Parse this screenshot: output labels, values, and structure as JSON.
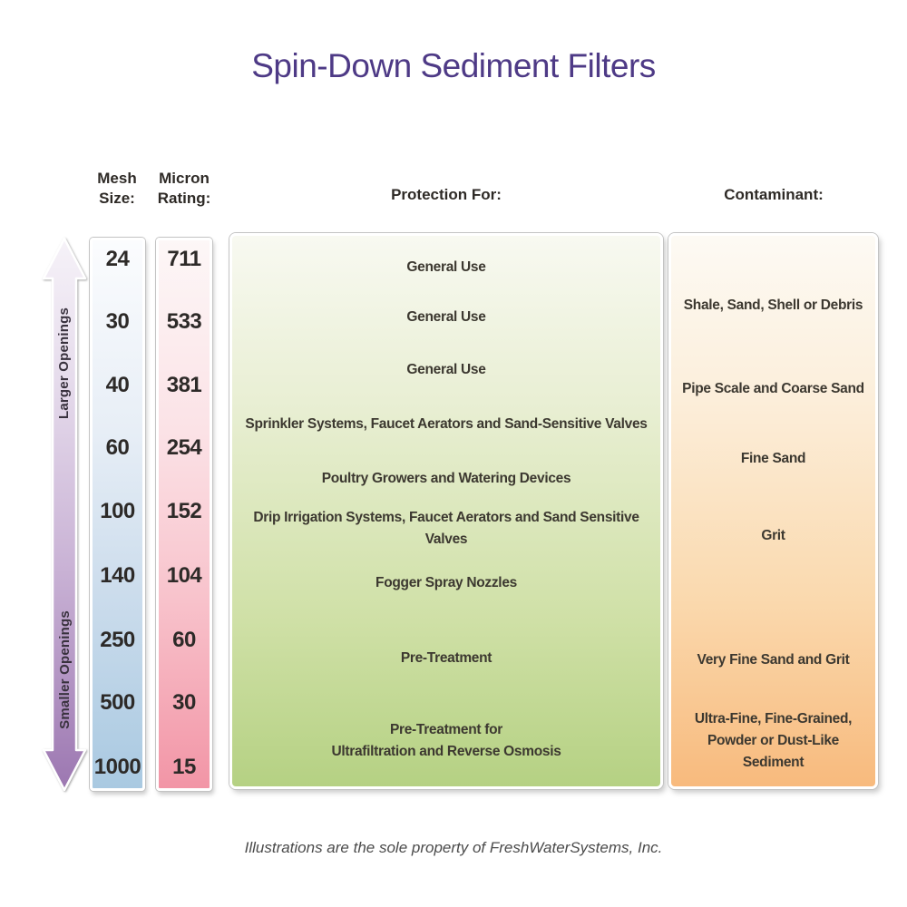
{
  "title": "Spin-Down Sediment Filters",
  "arrow": {
    "top_label": "Larger Openings",
    "bottom_label": "Smaller Openings"
  },
  "mesh": {
    "header": "Mesh\nSize:",
    "values": [
      "24",
      "30",
      "40",
      "60",
      "100",
      "140",
      "250",
      "500",
      "1000"
    ]
  },
  "micron": {
    "header": "Micron\nRating:",
    "values": [
      "711",
      "533",
      "381",
      "254",
      "152",
      "104",
      "60",
      "30",
      "15"
    ]
  },
  "protection": {
    "header": "Protection For:",
    "rows": [
      "General Use",
      "General Use",
      "General Use",
      "Sprinkler Systems,  Faucet Aerators  and  Sand-Sensitive Valves",
      "Poultry Growers  and  Watering Devices",
      "Drip Irrigation Systems, Faucet Aerators and Sand Sensitive Valves",
      "Fogger Spray Nozzles",
      "Pre-Treatment",
      "Pre-Treatment for\nUltrafiltration  and  Reverse Osmosis"
    ]
  },
  "contaminant": {
    "header": "Contaminant:",
    "rows": [
      "Shale, Sand, Shell or Debris",
      "Pipe Scale and Coarse Sand",
      "Fine Sand",
      "Grit",
      "Very Fine Sand and Grit",
      "Ultra-Fine, Fine-Grained,\nPowder or Dust-Like Sediment"
    ]
  },
  "footer": "Illustrations are the sole property of FreshWaterSystems, Inc.",
  "colors": {
    "title_purple": "#4e3a86",
    "arrow_gradient_top": "#f5f1f7",
    "arrow_gradient_bottom": "#9c77b1",
    "mesh_gradient_top": "#fbfcfe",
    "mesh_gradient_bottom": "#a9c9e1",
    "micron_gradient_top": "#fdf7f7",
    "micron_gradient_bottom": "#f295a6",
    "protection_gradient_top": "#f8f9f1",
    "protection_gradient_bottom": "#b5d183",
    "contaminant_gradient_top": "#fdfaf4",
    "contaminant_gradient_bottom": "#f8ba7d",
    "text_dark": "#3c3830"
  },
  "chart_data": {
    "type": "table",
    "title": "Spin-Down Sediment Filters",
    "columns": [
      "Mesh Size",
      "Micron Rating",
      "Protection For",
      "Contaminant"
    ],
    "mesh_sizes": [
      24,
      30,
      40,
      60,
      100,
      140,
      250,
      500,
      1000
    ],
    "micron_ratings": [
      711,
      533,
      381,
      254,
      152,
      104,
      60,
      30,
      15
    ],
    "protection_for": [
      "General Use",
      "General Use",
      "General Use",
      "Sprinkler Systems, Faucet Aerators and Sand-Sensitive Valves",
      "Poultry Growers and Watering Devices",
      "Drip Irrigation Systems, Faucet Aerators and Sand Sensitive Valves",
      "Fogger Spray Nozzles",
      "Pre-Treatment",
      "Pre-Treatment for Ultrafiltration and Reverse Osmosis"
    ],
    "contaminants": [
      "Shale, Sand, Shell or Debris",
      "Pipe Scale and Coarse Sand",
      "Fine Sand",
      "Grit",
      "Very Fine Sand and Grit",
      "Ultra-Fine, Fine-Grained, Powder or Dust-Like Sediment"
    ],
    "scale_annotation": {
      "top": "Larger Openings",
      "bottom": "Smaller Openings"
    },
    "legend_position": "none",
    "grid": false
  }
}
